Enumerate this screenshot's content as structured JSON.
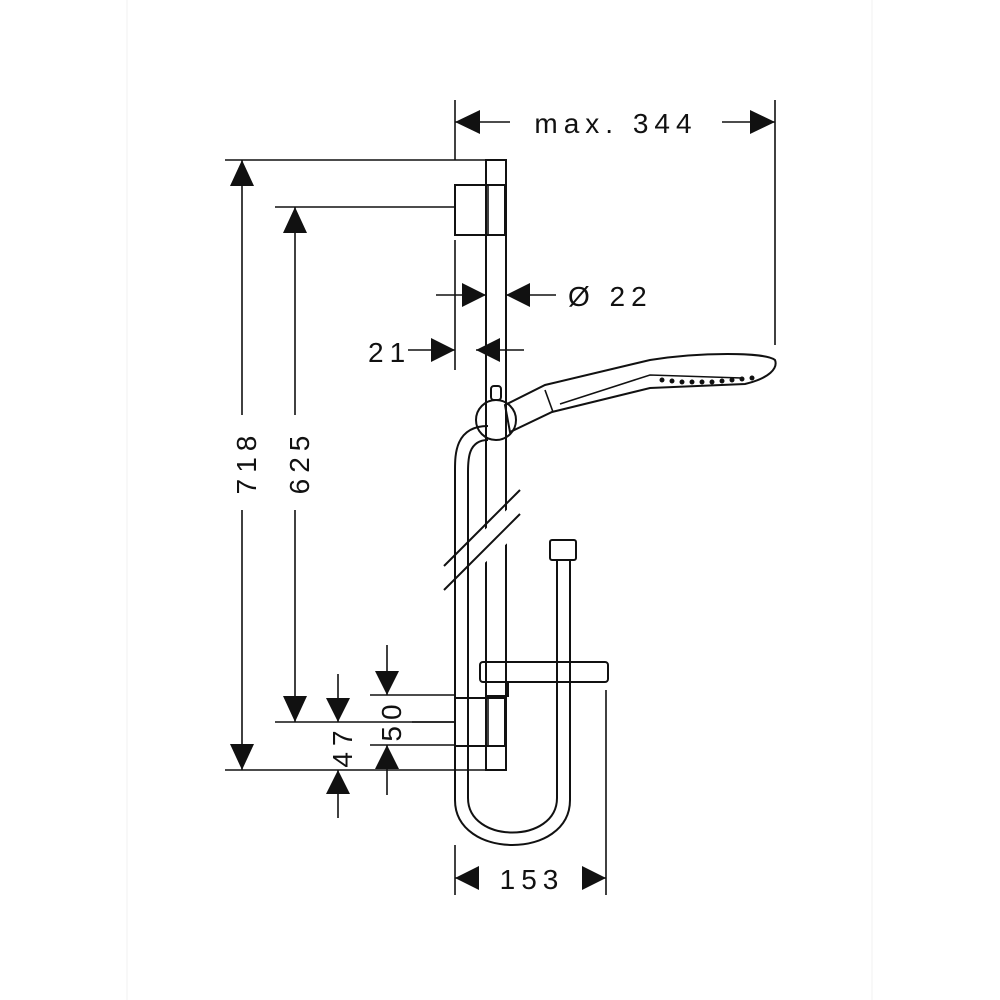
{
  "dimensions": {
    "max_width_label": "max. 344",
    "diameter_label": "Ø 22",
    "offset_label": "21",
    "total_height_label": "718",
    "mount_spacing_label": "625",
    "lower_offset_label": "47",
    "shelf_offset_label": "50",
    "hose_width_label": "153"
  },
  "colors": {
    "line": "#111111",
    "background": "#ffffff"
  }
}
